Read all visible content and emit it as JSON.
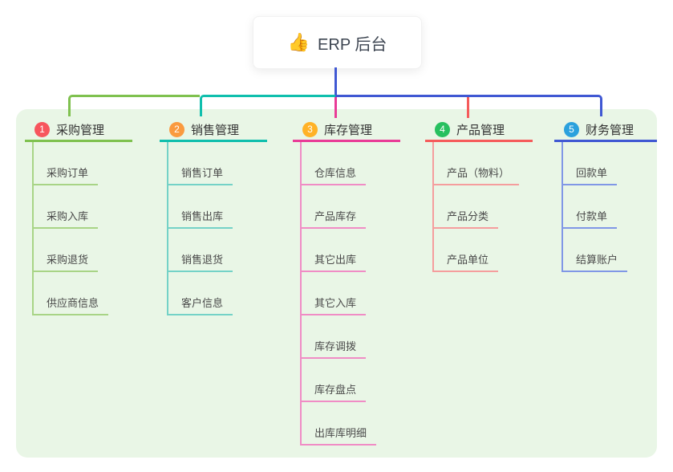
{
  "root": {
    "icon": "👍",
    "title": "ERP 后台"
  },
  "branches": [
    {
      "number": "1",
      "title": "采购管理",
      "badge_color": "#f7555d",
      "line_color": "#7fc14f",
      "light_color": "#a8d486",
      "children": [
        "采购订单",
        "采购入库",
        "采购退货",
        "供应商信息"
      ]
    },
    {
      "number": "2",
      "title": "销售管理",
      "badge_color": "#fa9a3f",
      "line_color": "#10bfad",
      "light_color": "#74d2c7",
      "children": [
        "销售订单",
        "销售出库",
        "销售退货",
        "客户信息"
      ]
    },
    {
      "number": "3",
      "title": "库存管理",
      "badge_color": "#ffb226",
      "line_color": "#e93b97",
      "light_color": "#f08cc5",
      "children": [
        "仓库信息",
        "产品库存",
        "其它出库",
        "其它入库",
        "库存调拨",
        "库存盘点",
        "出库库明细"
      ]
    },
    {
      "number": "4",
      "title": "产品管理",
      "badge_color": "#27c05f",
      "line_color": "#f55b5b",
      "light_color": "#f59d9d",
      "children": [
        "产品（物料）",
        "产品分类",
        "产品单位"
      ]
    },
    {
      "number": "5",
      "title": "财务管理",
      "badge_color": "#2ba1dd",
      "line_color": "#4058d3",
      "light_color": "#8097e6",
      "children": [
        "回款单",
        "付款单",
        "结算账户"
      ]
    }
  ],
  "colors": {
    "canvas_bg": "#ffffff",
    "panel_bg": "#e9f6e6",
    "root_text": "#3d4551",
    "branch_title_text": "#333333",
    "child_text": "#4a4a4a"
  }
}
